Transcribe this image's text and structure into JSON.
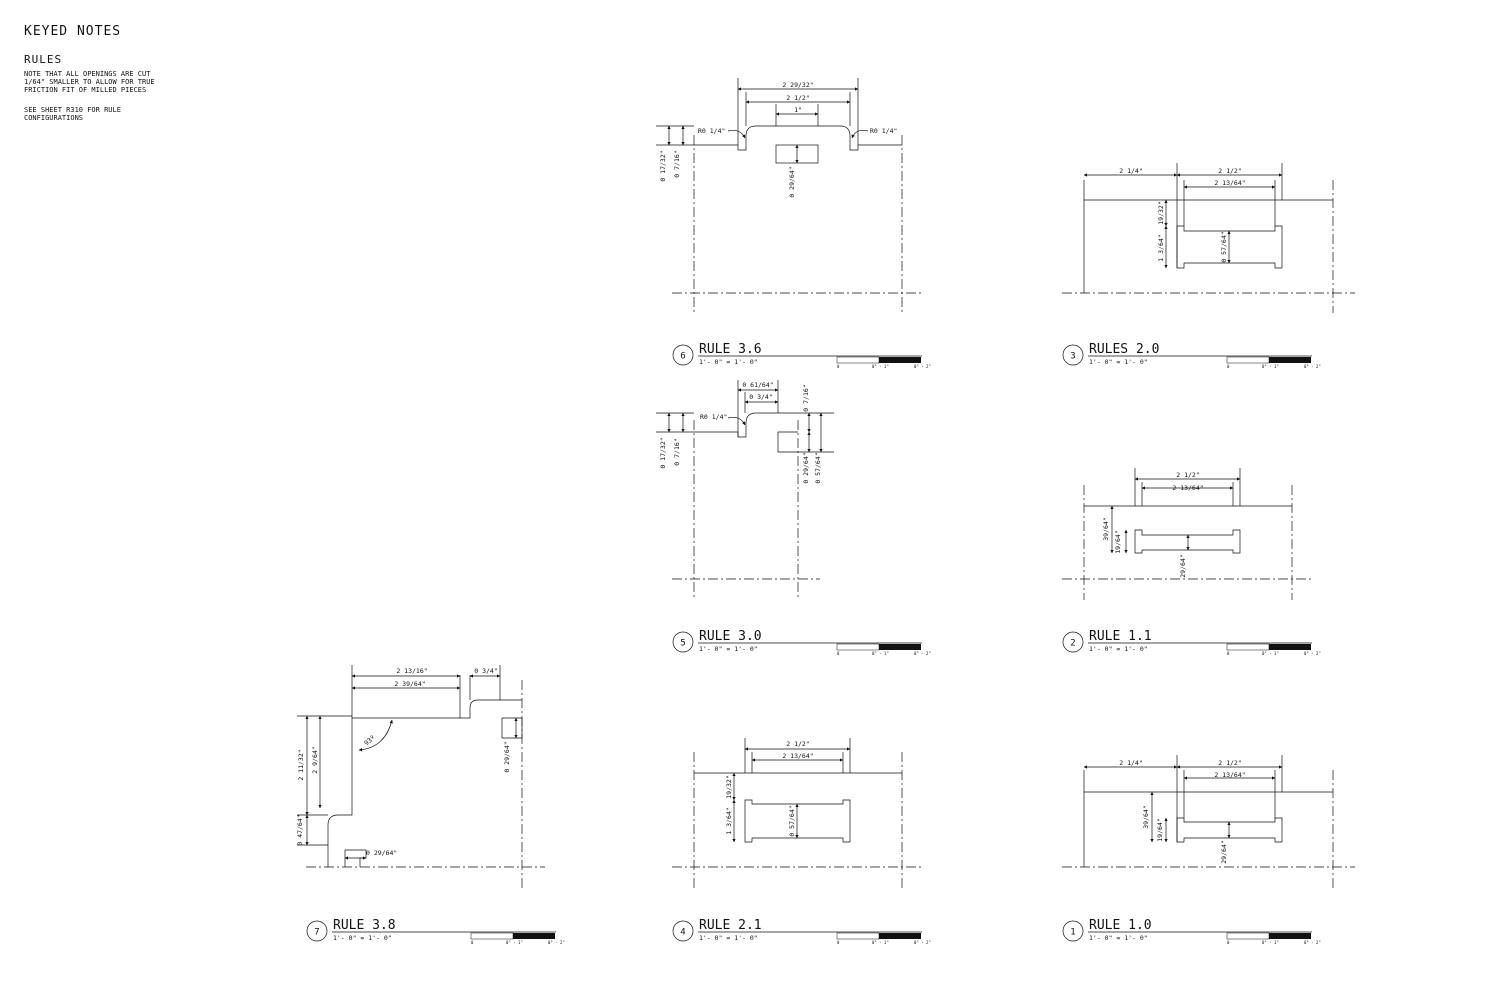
{
  "notes": {
    "title": "KEYED NOTES",
    "heading": "RULES",
    "paragraph1": "NOTE THAT ALL OPENINGS ARE CUT\n1/64\" SMALLER TO ALLOW FOR TRUE\nFRICTION FIT OF MILLED PIECES",
    "paragraph2": "SEE SHEET R310 FOR RULE\nCONFIGURATIONS"
  },
  "details": [
    {
      "number": "6",
      "title": "RULE 3.6",
      "scale": "1'- 0\" = 1'- 0\""
    },
    {
      "number": "3",
      "title": "RULES 2.0",
      "scale": "1'- 0\" = 1'- 0\""
    },
    {
      "number": "5",
      "title": "RULE 3.0",
      "scale": "1'- 0\" = 1'- 0\""
    },
    {
      "number": "2",
      "title": "RULE 1.1",
      "scale": "1'- 0\" = 1'- 0\""
    },
    {
      "number": "7",
      "title": "RULE 3.8",
      "scale": "1'- 0\" = 1'- 0\""
    },
    {
      "number": "4",
      "title": "RULE 2.1",
      "scale": "1'- 0\" = 1'- 0\""
    },
    {
      "number": "1",
      "title": "RULE 1.0",
      "scale": "1'- 0\" = 1'- 0\""
    }
  ],
  "scale_bar": {
    "start": "0",
    "mid": "0\" - 1\"",
    "end": "0\" - 2\""
  },
  "dims": {
    "d6_overall": "2 29/32\"",
    "d6_mid": "2 1/2\"",
    "d6_inner": "1\"",
    "d6_radius_left": "R0 1/4\"",
    "d6_radius_right": "R0 1/4\"",
    "d6_h1": "0 17/32\"",
    "d6_h2": "0 7/16\"",
    "d6_slot": "0 29/64\"",
    "d3_left": "2 1/4\"",
    "d3_right": "2 1/2\"",
    "d3_inner": "2 13/64\"",
    "d3_v1": "19/32\"",
    "d3_v2": "1 3/64\"",
    "d3_v3": "0 57/64\"",
    "d5_top1": "0 61/64\"",
    "d5_top2": "0 3/4\"",
    "d5_radius": "R0 1/4\"",
    "d5_h1": "0 17/32\"",
    "d5_h2": "0 7/16\"",
    "d5_right1": "0 7/16\"",
    "d5_right2": "0 29/64\"",
    "d5_right3": "0 57/64\"",
    "d2_top": "2 1/2\"",
    "d2_inner": "2 13/64\"",
    "d2_v1": "39/64\"",
    "d2_v2": "19/64\"",
    "d2_v3": "29/64\"",
    "d7_top1": "2 13/16\"",
    "d7_top2": "2 39/64\"",
    "d7_top3": "0 3/4\"",
    "d7_v1": "2 11/32\"",
    "d7_v2": "2 9/64\"",
    "d7_v3": "0 47/64\"",
    "d7_angle": "93º",
    "d7_right": "0 29/64\"",
    "d7_bottom": "0 29/64\"",
    "d4_top": "2 1/2\"",
    "d4_inner": "2 13/64\"",
    "d4_v1": "19/32\"",
    "d4_v2": "1 3/64\"",
    "d4_v3": "0 57/64\"",
    "d1_left": "2 1/4\"",
    "d1_right": "2 1/2\"",
    "d1_inner": "2 13/64\"",
    "d1_v1": "39/64\"",
    "d1_v2": "19/64\"",
    "d1_v3": "29/64\""
  }
}
